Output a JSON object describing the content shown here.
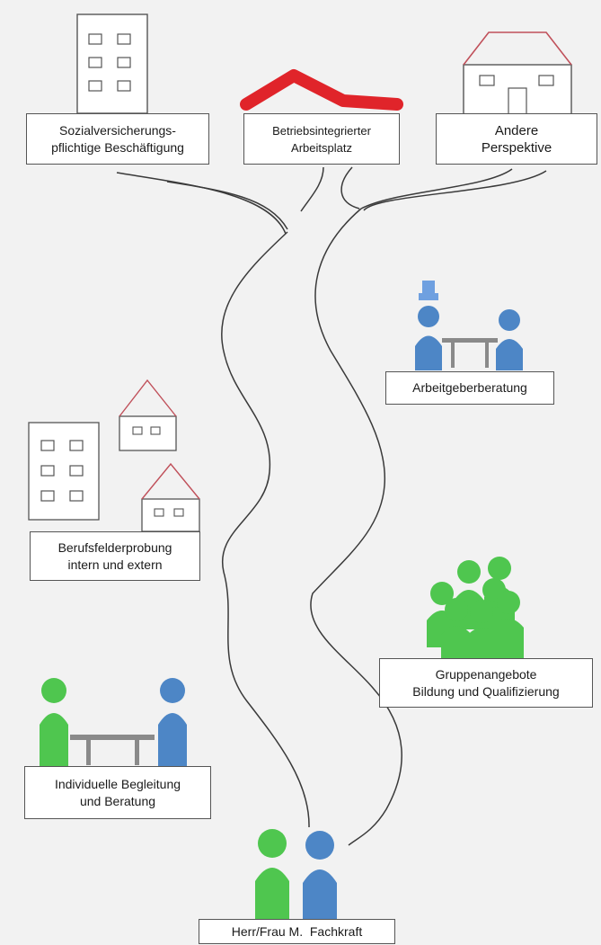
{
  "colors": {
    "green": "#4fc64f",
    "blue": "#4d86c6",
    "red_roof": "#e0242a",
    "thin_roof": "#c0505a",
    "outline": "#555555",
    "path": "#3a3a3a",
    "table": "#8a8a8a",
    "background": "#f2f2f2"
  },
  "labels": {
    "sozial": {
      "line1": "Sozialversicherungs-",
      "line2": "pflichtige Beschäftigung"
    },
    "betriebs": {
      "line1": "Betriebsintegrierter",
      "line2": "Arbeitsplatz"
    },
    "andere": {
      "line1": "Andere",
      "line2": "Perspektive"
    },
    "arbeitgeber": {
      "line1": "Arbeitgeberberatung"
    },
    "berufsfelder": {
      "line1": "Berufsfelderprobung",
      "line2": "intern und extern"
    },
    "gruppen": {
      "line1": "Gruppenangebote",
      "line2": "Bildung und Qualifizierung"
    },
    "individuelle": {
      "line1": "Individuelle Begleitung",
      "line2": "und Beratung"
    },
    "fachkraft": {
      "line1": "Herr/Frau M.  Fachkraft"
    }
  },
  "icons": {
    "left_building": "office-building-icon",
    "red_roof": "red-roof-icon",
    "right_house": "house-icon",
    "employer_meeting": "employer-meeting-icon",
    "buildings_cluster": "buildings-cluster-icon",
    "group": "group-people-icon",
    "counseling": "counseling-table-icon",
    "persons": "two-persons-icon"
  }
}
